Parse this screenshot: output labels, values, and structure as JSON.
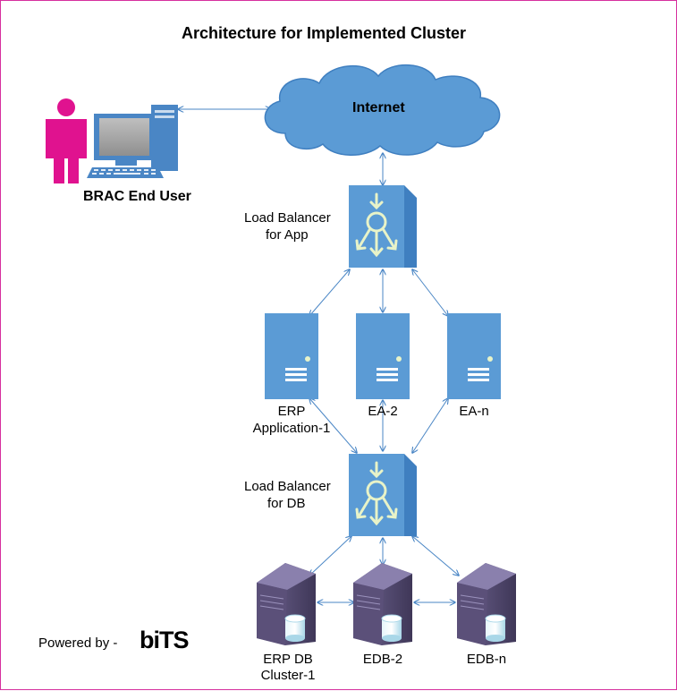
{
  "diagram": {
    "title": "Architecture for Implemented Cluster",
    "internet_label": "Internet",
    "end_user_label": "BRAC End User",
    "lb_app_label_1": "Load Balancer",
    "lb_app_label_2": "for App",
    "lb_db_label_1": "Load Balancer",
    "lb_db_label_2": "for DB",
    "app_servers": [
      {
        "line1": "ERP",
        "line2": "Application-1"
      },
      {
        "line1": "EA-2",
        "line2": ""
      },
      {
        "line1": "EA-n",
        "line2": ""
      }
    ],
    "db_servers": [
      {
        "line1": "ERP DB",
        "line2": "Cluster-1"
      },
      {
        "line1": "EDB-2",
        "line2": ""
      },
      {
        "line1": "EDB-n",
        "line2": ""
      }
    ],
    "footer_powered": "Powered by -",
    "footer_brand": "biTS"
  },
  "colors": {
    "server_blue": "#5b9bd5",
    "server_blue_dark": "#3f7fc0",
    "cloud_blue": "#5b9bd5",
    "connector": "#4a86c5",
    "user_magenta": "#e0128f",
    "db_purple": "#5b5079",
    "frame_border": "#d62f9e"
  }
}
